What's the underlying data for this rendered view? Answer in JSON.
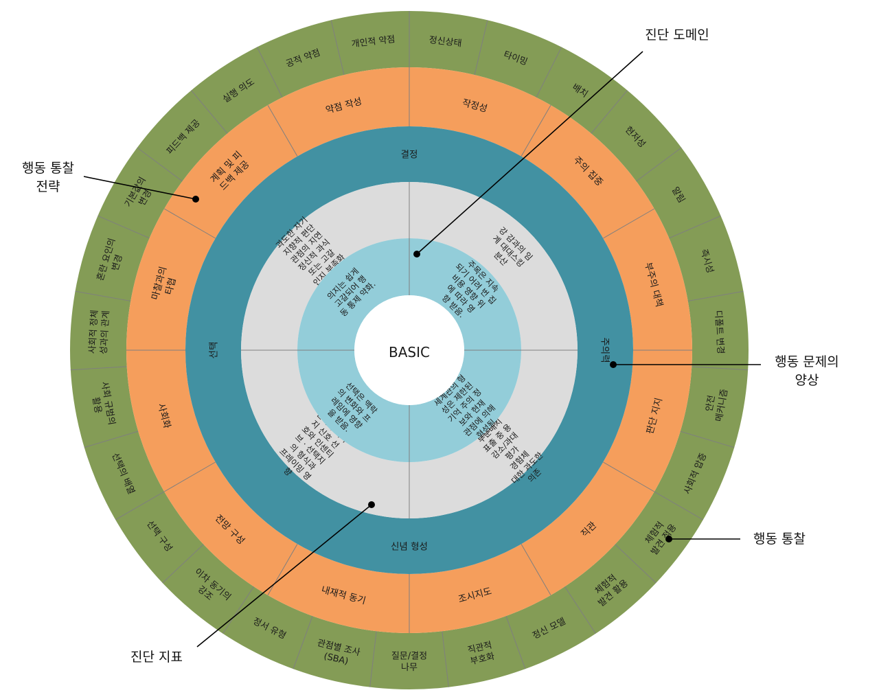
{
  "center": {
    "label": "BASIC"
  },
  "colors": {
    "outer": "#849c56",
    "orange": "#f59e5c",
    "teal": "#4291a2",
    "grey": "#dcdcdc",
    "lightTeal": "#93cdd9",
    "center": "#ffffff",
    "divider": "#7f7f7f"
  },
  "rings": {
    "behavioral_insight": [
      [
        "개인적 약점"
      ],
      [
        "정신상태"
      ],
      [
        "타이밍"
      ],
      [
        "배치"
      ],
      [
        "현저성"
      ],
      [
        "알림"
      ],
      [
        "즉시성"
      ],
      [
        "디폴트 변경"
      ],
      [
        "안전",
        "메커니즘"
      ],
      [
        "사회적 압증"
      ],
      [
        "체험적",
        "발견 적용"
      ],
      [
        "체험적",
        "발견 활용"
      ],
      [
        "정신 모델"
      ],
      [
        "직관적",
        "부호화"
      ],
      [
        "질문/결정",
        "나무"
      ],
      [
        "관점별 조사",
        "(SBA)"
      ],
      [
        "정서 유형"
      ],
      [
        "이차 동기의",
        "강조"
      ],
      [
        "선택 구성"
      ],
      [
        "선택의 배열"
      ],
      [
        "사회 규범의",
        "활용"
      ],
      [
        "사회적 정체",
        "성과의 관계"
      ],
      [
        "혼란 요인의",
        "변경"
      ],
      [
        "기본값의",
        "변경"
      ],
      [
        "피드백 제공"
      ],
      [
        "실행 의도"
      ],
      [
        "공적 약점"
      ]
    ],
    "insight_strategy": [
      [
        "약점 작성"
      ],
      [
        "작정성"
      ],
      [
        "주의 집중"
      ],
      [
        "부주의 대책"
      ],
      [
        "판단 지지"
      ],
      [
        "직관"
      ],
      [
        "조시지도"
      ],
      [
        "내재적 동기"
      ],
      [
        "전망 구성"
      ],
      [
        "사회화"
      ],
      [
        "마찰과의",
        "타협"
      ],
      [
        "계획 및 피",
        "드백 제공"
      ]
    ],
    "problem_aspects": [
      [
        "주의력"
      ],
      [
        "신념 형성"
      ],
      [
        "선택"
      ],
      [
        "결정"
      ]
    ],
    "diagnostic_indicators": [
      [
        "강 감과의 임",
        "계 대대스킹",
        "분산"
      ],
      [
        "적절한 정보",
        "부분배치",
        "표출 중 용",
        "감소/과대",
        "평가",
        "경험체",
        "대한 과도한",
        "의존"
      ],
      [
        "선택의 맥락",
        "지 신호 선",
        "호와 인센티",
        "브 · 선택지",
        "의 형식과",
        "프레이밍 영",
        "향"
      ],
      [
        "과도한 자기",
        "지향적 편단",
        "관점의 지연",
        "정신적 과식",
        "또는 고갈",
        "인지 부족화"
      ]
    ],
    "inner_diagnostics": [
      [
        "주목은 지속",
        "되기 어려 번 집",
        "비용 영향 위",
        "에 따라 영",
        "향 받음."
      ],
      [
        "세계관의 형",
        "성은 제한된",
        "기억 주의 정",
        "보와 현재",
        "관점에 의해",
        "형성됨."
      ],
      [
        "선택은 맥락",
        "의 변화와 프",
        "레임에 영향",
        "을 받음."
      ],
      [
        "의지는 쉽게",
        "고갈되어 행",
        "동 통제 약화."
      ]
    ]
  },
  "callouts": {
    "diagnostic_domain": "진단 도메인",
    "behavioral_insight_strategy": [
      "행동 통찰",
      "전략"
    ],
    "behavioral_problem_aspects": [
      "행동 문제의",
      "양상"
    ],
    "behavioral_insight": "행동 통찰",
    "diagnostic_indicators": "진단 지표"
  }
}
